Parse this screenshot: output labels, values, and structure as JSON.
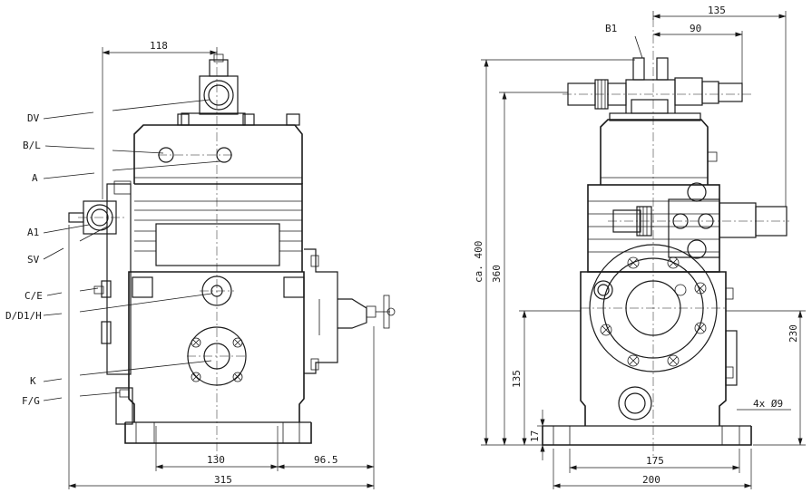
{
  "views": {
    "front": {
      "labels": [
        {
          "id": "dv",
          "text": "DV"
        },
        {
          "id": "bl",
          "text": "B/L"
        },
        {
          "id": "a",
          "text": "A"
        },
        {
          "id": "a1",
          "text": "A1"
        },
        {
          "id": "sv",
          "text": "SV"
        },
        {
          "id": "ce",
          "text": "C/E"
        },
        {
          "id": "dd1h",
          "text": "D/D1/H"
        },
        {
          "id": "k",
          "text": "K"
        },
        {
          "id": "fg",
          "text": "F/G"
        }
      ],
      "dimensions": {
        "d118": "118",
        "d130": "130",
        "d96_5": "96.5",
        "d315": "315"
      }
    },
    "side": {
      "labels": [
        {
          "id": "b1",
          "text": "B1"
        }
      ],
      "dimensions": {
        "d135_top": "135",
        "d90": "90",
        "dca400": "ca. 400",
        "d360": "360",
        "d135_left": "135",
        "d17": "17",
        "d230": "230",
        "d4x9": "4x Ø9",
        "d175": "175",
        "d200": "200"
      }
    }
  }
}
